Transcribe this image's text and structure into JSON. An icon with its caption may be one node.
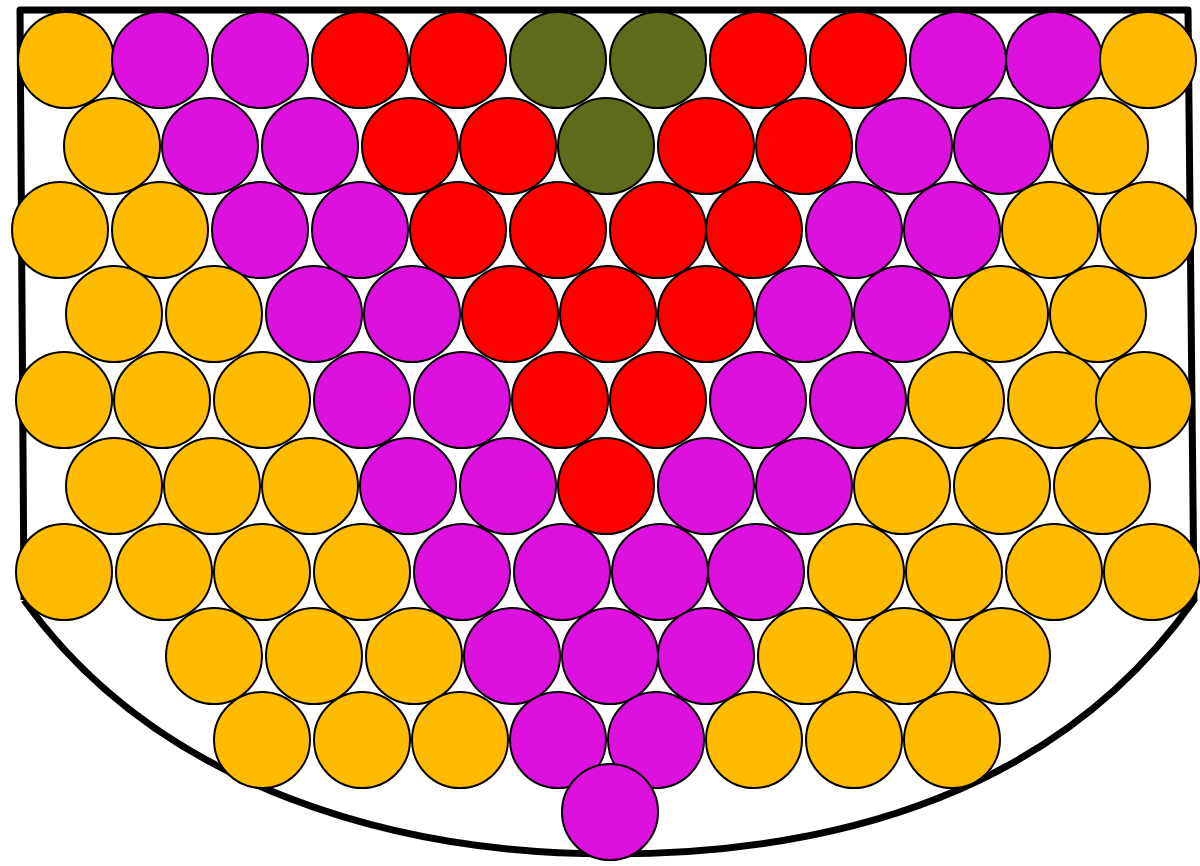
{
  "diagram": {
    "nodes": [
      {
        "text": [],
        "shape": "circle"
      },
      {
        "text": [],
        "shape": "circle"
      },
      {
        "text": [],
        "shape": "circle"
      },
      {
        "text": [],
        "shape": "circle"
      },
      {
        "text": [],
        "shape": "circle"
      },
      {
        "text": [],
        "shape": "circle"
      },
      {
        "text": [],
        "shape": "circle"
      },
      {
        "text": [],
        "shape": "circle"
      },
      {
        "text": [],
        "shape": "circle"
      },
      {
        "text": [],
        "shape": "circle"
      },
      {
        "text": [],
        "shape": "circle"
      },
      {
        "text": [],
        "shape": "circle"
      },
      {
        "text": [],
        "shape": "circle"
      },
      {
        "text": [],
        "shape": "circle"
      },
      {
        "text": [],
        "shape": "circle"
      },
      {
        "text": [],
        "shape": "circle"
      },
      {
        "text": [],
        "shape": "circle"
      },
      {
        "text": [],
        "shape": "circle"
      },
      {
        "text": [],
        "shape": "circle"
      },
      {
        "text": [],
        "shape": "circle"
      },
      {
        "text": [],
        "shape": "circle"
      },
      {
        "text": [],
        "shape": "circle"
      },
      {
        "text": [],
        "shape": "circle"
      },
      {
        "text": [],
        "shape": "circle"
      },
      {
        "text": [],
        "shape": "circle"
      },
      {
        "text": [],
        "shape": "circle"
      },
      {
        "text": [],
        "shape": "circle"
      },
      {
        "text": [],
        "shape": "circle"
      },
      {
        "text": [],
        "shape": "circle"
      },
      {
        "text": [],
        "shape": "circle"
      },
      {
        "text": [],
        "shape": "circle"
      },
      {
        "text": [],
        "shape": "circle"
      },
      {
        "text": [],
        "shape": "circle"
      },
      {
        "text": [],
        "shape": "circle"
      },
      {
        "text": [],
        "shape": "circle"
      },
      {
        "text": [],
        "shape": "circle"
      },
      {
        "text": [],
        "shape": "circle"
      },
      {
        "text": [],
        "shape": "circle"
      },
      {
        "text": [],
        "shape": "circle"
      },
      {
        "text": [],
        "shape": "circle"
      },
      {
        "text": [],
        "shape": "circle"
      },
      {
        "text": [],
        "shape": "circle"
      },
      {
        "text": [],
        "shape": "circle"
      },
      {
        "text": [],
        "shape": "circle"
      },
      {
        "text": [],
        "shape": "circle"
      },
      {
        "text": [],
        "shape": "circle"
      },
      {
        "text": [],
        "shape": "circle"
      },
      {
        "text": [],
        "shape": "circle"
      },
      {
        "text": [],
        "shape": "circle"
      },
      {
        "text": [],
        "shape": "circle"
      },
      {
        "text": [],
        "shape": "circle"
      },
      {
        "text": [],
        "shape": "circle"
      },
      {
        "text": [],
        "shape": "circle"
      },
      {
        "text": [],
        "shape": "circle"
      },
      {
        "text": [],
        "shape": "circle"
      },
      {
        "text": [],
        "shape": "circle"
      },
      {
        "text": [],
        "shape": "circle"
      },
      {
        "text": [],
        "shape": "circle"
      },
      {
        "text": [],
        "shape": "circle"
      },
      {
        "text": [],
        "shape": "circle"
      },
      {
        "text": [],
        "shape": "circle"
      },
      {
        "text": [],
        "shape": "circle"
      },
      {
        "text": [],
        "shape": "circle"
      },
      {
        "text": [],
        "shape": "circle"
      },
      {
        "text": [],
        "shape": "circle"
      },
      {
        "text": [],
        "shape": "circle"
      },
      {
        "text": [],
        "shape": "circle"
      },
      {
        "text": [],
        "shape": "circle"
      },
      {
        "text": [],
        "shape": "circle"
      },
      {
        "text": [],
        "shape": "circle"
      },
      {
        "text": [],
        "shape": "circle"
      },
      {
        "text": [],
        "shape": "circle"
      },
      {
        "text": [],
        "shape": "circle"
      },
      {
        "text": [],
        "shape": "circle"
      },
      {
        "text": [],
        "shape": "circle"
      },
      {
        "text": [],
        "shape": "circle"
      },
      {
        "text": [],
        "shape": "circle"
      },
      {
        "text": [],
        "shape": "circle"
      },
      {
        "text": [],
        "shape": "circle"
      },
      {
        "text": [],
        "shape": "circle"
      },
      {
        "text": [],
        "shape": "circle"
      },
      {
        "text": [],
        "shape": "circle"
      },
      {
        "text": [],
        "shape": "circle"
      },
      {
        "text": [],
        "shape": "circle"
      },
      {
        "text": [],
        "shape": "circle"
      },
      {
        "text": [],
        "shape": "circle"
      },
      {
        "text": [],
        "shape": "circle"
      },
      {
        "text": [],
        "shape": "circle"
      },
      {
        "text": [],
        "shape": "circle"
      },
      {
        "text": [],
        "shape": "circle"
      },
      {
        "text": [],
        "shape": "circle"
      },
      {
        "text": [],
        "shape": "circle"
      },
      {
        "text": [],
        "shape": "circle"
      },
      {
        "text": [],
        "shape": "circle"
      },
      {
        "text": [],
        "shape": "circle"
      },
      {
        "text": [],
        "shape": "circle"
      },
      {
        "text": [],
        "shape": "circle"
      },
      {
        "text": [],
        "shape": "circle"
      },
      {
        "text": [],
        "shape": "circle"
      }
    ]
  }
}
